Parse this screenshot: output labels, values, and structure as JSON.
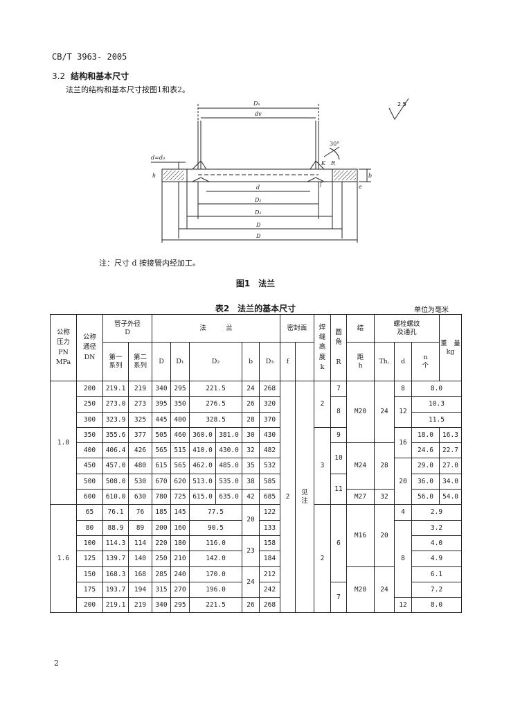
{
  "header": {
    "standard": "CB/T 3963- 2005"
  },
  "section": {
    "number": "3.2",
    "title": "结构和基本尺寸"
  },
  "intro": "法兰的结构和基本尺寸按图1和表2。",
  "figure": {
    "roughness": "2.5",
    "angle": "30°",
    "labels": {
      "dn": "Dₙ",
      "dv": "dv",
      "dd": "d=d₀",
      "d": "d",
      "D1": "D₁",
      "D2": "D₂",
      "D": "D",
      "b": "b",
      "h": "h",
      "e": "e",
      "f": "f",
      "K": "K",
      "R": "R"
    },
    "note": "注：尺寸 d 按接管内经加工。",
    "caption": "图1　法兰"
  },
  "table": {
    "caption": "表2　法兰的基本尺寸",
    "unit": "单位为毫米",
    "headers": {
      "pn": [
        "公称",
        "压力",
        "PN",
        "MPa"
      ],
      "dn": [
        "公称",
        "通径",
        "DN"
      ],
      "pipe": [
        "管子外径",
        "D"
      ],
      "series1": [
        "第一",
        "系列"
      ],
      "series2": [
        "第二",
        "系列"
      ],
      "flange": "法　　　兰",
      "D": "D",
      "D1": "D₁",
      "D2": "D₂",
      "b": "b",
      "seal": "密封面",
      "f": "f",
      "D3": "D₃",
      "weld": [
        "焊",
        "缝",
        "高",
        "度",
        "k"
      ],
      "radius": [
        "圆",
        "角",
        "",
        "R"
      ],
      "bolt": "螺栓螺纹",
      "hole": "及通孔",
      "jie": "结",
      "ju": [
        "距",
        "h"
      ],
      "th": "Th.",
      "holed": "d",
      "n": [
        "n",
        "个"
      ],
      "weight": [
        "重　量",
        "kg"
      ]
    },
    "pn_values": [
      "1.0",
      "1.6"
    ],
    "shared": {
      "f": "2",
      "k": [
        "见",
        "注"
      ]
    },
    "rows_a": [
      [
        "200",
        "219.1",
        "219",
        "340",
        "295",
        "221.5",
        "",
        "24",
        "268",
        "8.0",
        ""
      ],
      [
        "250",
        "273.0",
        "273",
        "395",
        "350",
        "276.5",
        "",
        "26",
        "320",
        "10.3",
        ""
      ],
      [
        "300",
        "323.9",
        "325",
        "445",
        "400",
        "328.5",
        "",
        "28",
        "370",
        "11.5",
        ""
      ],
      [
        "350",
        "355.6",
        "377",
        "505",
        "460",
        "360.0",
        "381.0",
        "30",
        "430",
        "18.0",
        "16.3"
      ],
      [
        "400",
        "406.4",
        "426",
        "565",
        "515",
        "410.0",
        "430.0",
        "32",
        "482",
        "24.6",
        "22.7"
      ],
      [
        "450",
        "457.0",
        "480",
        "615",
        "565",
        "462.0",
        "485.0",
        "35",
        "532",
        "29.0",
        "27.0"
      ],
      [
        "500",
        "508.0",
        "530",
        "670",
        "620",
        "513.0",
        "535.0",
        "38",
        "585",
        "36.0",
        "34.0"
      ],
      [
        "600",
        "610.0",
        "630",
        "780",
        "725",
        "615.0",
        "635.0",
        "42",
        "685",
        "56.0",
        "54.0"
      ]
    ],
    "rows_b": [
      [
        "65",
        "76.1",
        "76",
        "185",
        "145",
        "77.5",
        "",
        "",
        "122",
        "2.9"
      ],
      [
        "80",
        "88.9",
        "89",
        "200",
        "160",
        "90.5",
        "",
        "",
        "133",
        "3.2"
      ],
      [
        "100",
        "114.3",
        "114",
        "220",
        "180",
        "116.0",
        "",
        "",
        "158",
        "4.0"
      ],
      [
        "125",
        "139.7",
        "140",
        "250",
        "210",
        "142.0",
        "",
        "",
        "184",
        "4.9"
      ],
      [
        "150",
        "168.3",
        "168",
        "285",
        "240",
        "170.0",
        "",
        "",
        "212",
        "6.1"
      ],
      [
        "175",
        "193.7",
        "194",
        "315",
        "270",
        "196.0",
        "",
        "",
        "242",
        "7.2"
      ],
      [
        "200",
        "219.1",
        "219",
        "340",
        "295",
        "221.5",
        "",
        "26",
        "268",
        "8.0"
      ]
    ],
    "b_merged": [
      "20",
      "23",
      "24"
    ],
    "R": [
      "2",
      "3",
      "2"
    ],
    "h": [
      "7",
      "8",
      "9",
      "10",
      "11",
      "6",
      "7"
    ],
    "th": [
      "M20",
      "M24",
      "M27",
      "M16",
      "M20"
    ],
    "holed": [
      "24",
      "28",
      "32",
      "20",
      "24"
    ],
    "n": [
      "8",
      "12",
      "16",
      "20",
      "4",
      "8",
      "12"
    ]
  },
  "page_number": "2"
}
